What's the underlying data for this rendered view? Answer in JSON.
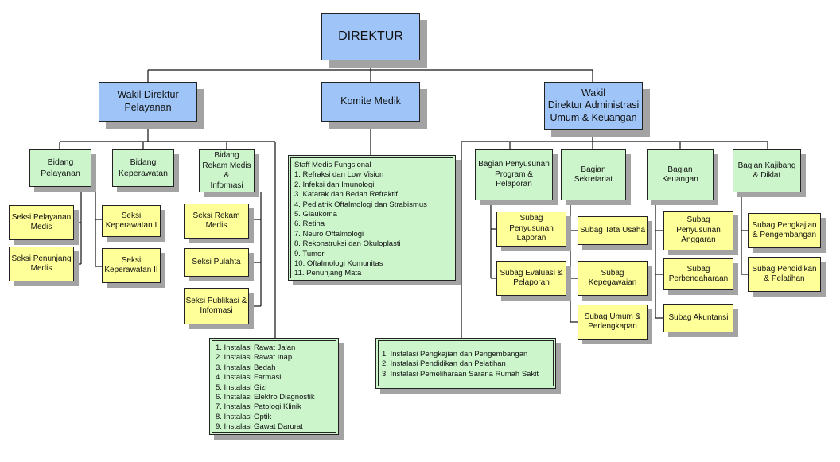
{
  "direktur": "DIREKTUR",
  "wakil_pelayanan": "Wakil Direktur\nPelayanan",
  "komite_medik": "Komite Medik",
  "wakil_admin": "Wakil\nDirektur Administrasi\nUmum & Keuangan",
  "bidang_pelayanan": "Bidang\nPelayanan",
  "bidang_keperawatan": "Bidang\nKeperawatan",
  "bidang_rekam_medis": "Bidang\nRekam Medis &\nInformasi",
  "seksi_pelayanan_medis": "Seksi Pelayanan\nMedis",
  "seksi_penunjang_medis": "Seksi Penunjang\nMedis",
  "seksi_keperawatan_1": "Seksi\nKeperawatan I",
  "seksi_keperawatan_2": "Seksi\nKeperawatan II",
  "seksi_rekam_medis": "Seksi Rekam\nMedis",
  "seksi_pulahta": "Seksi Pulahta",
  "seksi_publikasi": "Seksi Publikasi &\nInformasi",
  "staff_medis": {
    "title": "Staff Medis Fungsional",
    "items": [
      "1. Refraksi dan Low Vision",
      "2. Infeksi dan Imunologi",
      "3. Katarak dan Bedah Refraktif",
      "4. Pediatrik Oftalmologi dan Strabismus",
      "5. Glaukoma",
      "6. Retina",
      "7. Neuro Oftalmologi",
      "8. Rekonstruksi dan Okuloplasti",
      "9. Tumor",
      "10. Oftalmologi Komunitas",
      "11. Penunjang Mata"
    ]
  },
  "instalasi_pelayanan": [
    "1. Instalasi Rawat Jalan",
    "2. Instalasi Rawat Inap",
    "3. Instalasi Bedah",
    "4. Instalasi Farmasi",
    "5. Instalasi Gizi",
    "6. Instalasi Elektro Diagnostik",
    "7. Instalasi Patologi Klinik",
    "8. Instalasi Optik",
    "9. Instalasi Gawat Darurat"
  ],
  "instalasi_admin": [
    "1. Instalasi Pengkajian dan Pengembangan",
    "2. Instalasi Pendidikan dan Pelatihan",
    "3. Instalasi Pemeliharaan Sarana Rumah Sakit"
  ],
  "bagian_penyusunan": "Bagian Penyusunan\nProgram &\nPelaporan",
  "bagian_sekretariat": "Bagian\nSekretariat",
  "bagian_keuangan": "Bagian\nKeuangan",
  "bagian_kajibang": "Bagian Kajibang\n& Diklat",
  "subag_penyusunan_laporan": "Subag\nPenyusunan\nLaporan",
  "subag_evaluasi": "Subag Evaluasi &\nPelaporan",
  "subag_tata_usaha": "Subag Tata Usaha",
  "subag_kepegawaian": "Subag\nKepegawaian",
  "subag_umum": "Subag Umum &\nPerlengkapan",
  "subag_penyusunan_anggaran": "Subag\nPenyusunan\nAnggaran",
  "subag_perbendaharaan": "Subag\nPerbendaharaan",
  "subag_akuntansi": "Subag Akuntansi",
  "subag_pengkajian": "Subag Pengkajian\n& Pengembangan",
  "subag_pendidikan": "Subag Pendidikan\n& Pelatihan",
  "colors": {
    "top_level": "#9fc5f8",
    "bidang_bagian": "#ccf5cc",
    "seksi_subag": "#ffff99",
    "shadow": "#a3a3a3"
  }
}
